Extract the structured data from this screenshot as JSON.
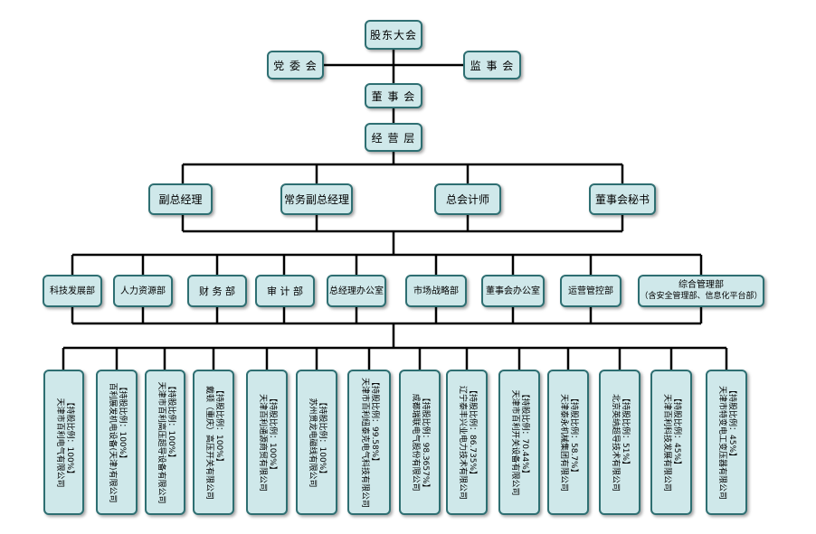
{
  "top": {
    "shareholders": "股东大会",
    "party": "党 委 会",
    "supervisors": "监 事 会",
    "board": "董 事 会",
    "management": "经 营 层"
  },
  "managers": [
    "副总经理",
    "常务副总经理",
    "总会计师",
    "董事会秘书"
  ],
  "departments": [
    {
      "label": "科技发展部"
    },
    {
      "label": "人力资源部"
    },
    {
      "label": "财 务 部"
    },
    {
      "label": "审 计 部"
    },
    {
      "label": "总经理办公室"
    },
    {
      "label": "市场战略部"
    },
    {
      "label": "董事会办公室"
    },
    {
      "label": "运营管控部"
    },
    {
      "label": "综合管理部",
      "sub": "（含安全管理部、信息化平台部）"
    }
  ],
  "subsidiaries": [
    {
      "name": "天津市百利电气有限公司",
      "stake": "【持股比例：100%】"
    },
    {
      "name": "百利展发机电设备(天津)有限公司",
      "stake": "【持股比例：100%】"
    },
    {
      "name": "天津市百利高压超导设备有限公司",
      "stake": "【持股比例：100%】"
    },
    {
      "name": "戴顿（重庆）高压开关有限公司",
      "stake": "【持股比例：100%】"
    },
    {
      "name": "天津百利通源商贸有限公司",
      "stake": "【持股比例：100%】"
    },
    {
      "name": "苏州贯龙电磁线有限公司",
      "stake": "【持股比例：100%】"
    },
    {
      "name": "天津市百利纽泰克电气科技有限公司",
      "stake": "【持股比例：99.58%】"
    },
    {
      "name": "成都瑞联电气股份有限公司",
      "stake": "【持股比例：98.3657%】"
    },
    {
      "name": "辽宁泰丰兴业电力技术有限公司",
      "stake": "【持股比例：86.735%】"
    },
    {
      "name": "天津市百利开关设备有限公司",
      "stake": "【持股比例：70.44%】"
    },
    {
      "name": "天津泰永机械集团有限公司",
      "stake": "【持股比例：58.7%】"
    },
    {
      "name": "北京英纳超导技术有限公司",
      "stake": "【持股比例：51%】"
    },
    {
      "name": "天津百利科技发展有限公司",
      "stake": "【持股比例：45%】"
    },
    {
      "name": "天津市特变电工变压器有限公司",
      "stake": "【持股比例：45%】"
    }
  ]
}
